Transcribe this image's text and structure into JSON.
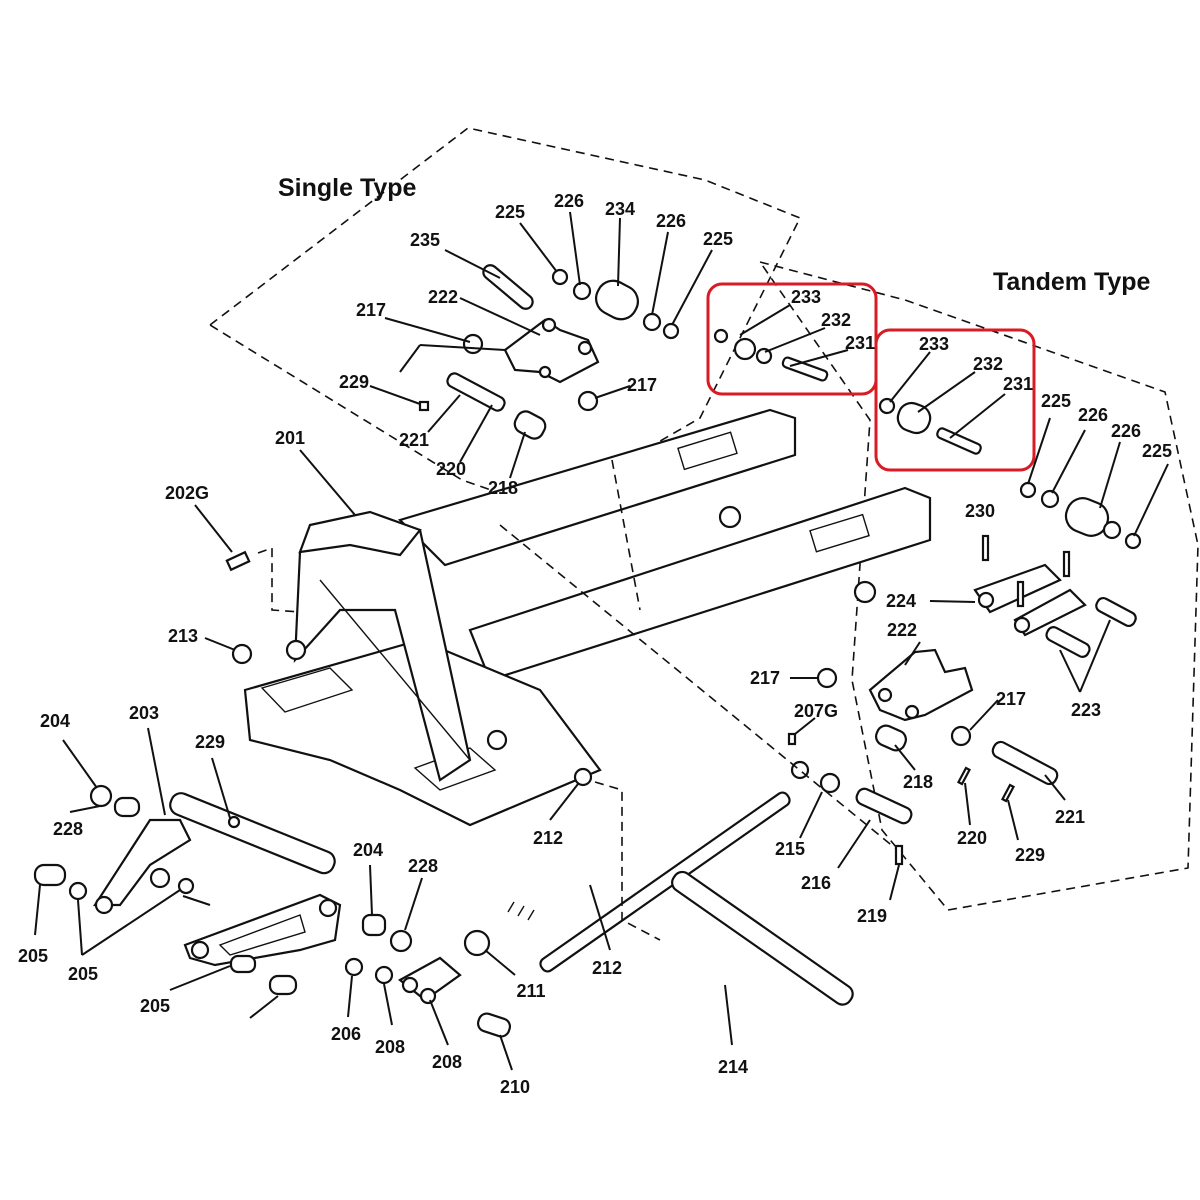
{
  "headings": {
    "single_type": "Single Type",
    "tandem_type": "Tandem Type"
  },
  "labels": {
    "p225a": "225",
    "p226a": "226",
    "p234": "234",
    "p226b": "226",
    "p225b": "225",
    "p235": "235",
    "p222a": "222",
    "p217a": "217",
    "p217b": "217",
    "p229a": "229",
    "p221a": "221",
    "p220a": "220",
    "p218a": "218",
    "p233a": "233",
    "p232a": "232",
    "p231a": "231",
    "p233b": "233",
    "p232b": "232",
    "p231b": "231",
    "p225c": "225",
    "p226c": "226",
    "p226d": "226",
    "p225d": "225",
    "p230": "230",
    "p224": "224",
    "p222b": "222",
    "p217c": "217",
    "p217d": "217",
    "p223": "223",
    "p207g": "207G",
    "p218b": "218",
    "p220b": "220",
    "p221b": "221",
    "p229b": "229",
    "p215": "215",
    "p216": "216",
    "p219": "219",
    "p201": "201",
    "p202g": "202G",
    "p213": "213",
    "p212a": "212",
    "p212b": "212",
    "p214": "214",
    "p211": "211",
    "p210": "210",
    "p208a": "208",
    "p208b": "208",
    "p206": "206",
    "p204a": "204",
    "p228a": "228",
    "p204b": "204",
    "p228b": "228",
    "p203": "203",
    "p229c": "229",
    "p205a": "205",
    "p205b": "205",
    "p205c": "205"
  },
  "highlight_color": "#d81b24",
  "line_color": "#111111"
}
